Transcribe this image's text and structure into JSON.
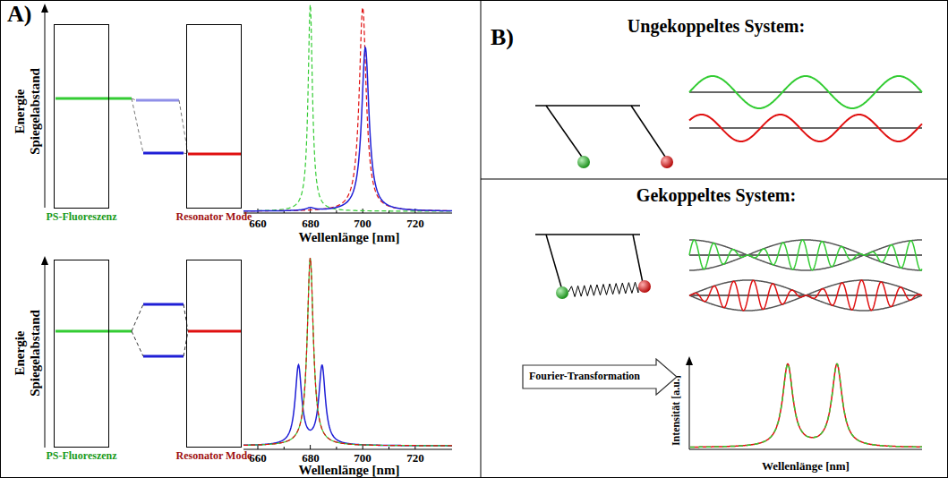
{
  "diagram": {
    "nodes": [
      {
        "text": [
          "PS-Fluoreszenz"
        ]
      },
      {
        "text": [
          "Resonator Mode"
        ]
      },
      {
        "text": [
          "PS-Fluoreszenz"
        ]
      },
      {
        "text": [
          "Resonator Mode"
        ]
      },
      {
        "text": [
          "Fourier-Transformation"
        ]
      }
    ],
    "labels": [
      "A)",
      "Energie Spiegelabstand",
      "660",
      "680",
      "700",
      "720",
      "Wellenlänge [nm]",
      "Energie Spiegelabstand",
      "660",
      "680",
      "700",
      "720",
      "Wellenlänge [nm]",
      "B)",
      "Ungekoppeltes System:",
      "Gekoppeltes System:",
      "Intensität [a.u.]",
      "Wellenlänge [nm]"
    ]
  }
}
